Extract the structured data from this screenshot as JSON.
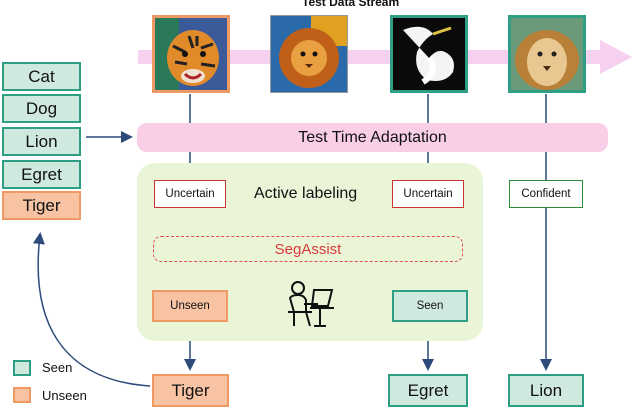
{
  "title": "Test Data Stream",
  "class_list": [
    {
      "label": "Cat",
      "status": "seen"
    },
    {
      "label": "Dog",
      "status": "seen"
    },
    {
      "label": "Lion",
      "status": "seen"
    },
    {
      "label": "Egret",
      "status": "seen"
    },
    {
      "label": "Tiger",
      "status": "unseen"
    }
  ],
  "stream_images": [
    {
      "icon": "tiger-painting",
      "status": "unseen"
    },
    {
      "icon": "lion-painting",
      "status": "none"
    },
    {
      "icon": "egret-painting",
      "status": "seen"
    },
    {
      "icon": "lion-face-painting",
      "status": "seen"
    }
  ],
  "tta_label": "Test Time Adaptation",
  "active_labeling_label": "Active labeling",
  "segassist_label": "SegAssist",
  "tags": {
    "uncertain_1": "Uncertain",
    "uncertain_2": "Uncertain",
    "confident": "Confident",
    "unseen": "Unseen",
    "seen": "Seen"
  },
  "results": {
    "tiger": "Tiger",
    "egret": "Egret",
    "lion": "Lion"
  },
  "legend": {
    "seen": "Seen",
    "unseen": "Unseen"
  },
  "colors": {
    "seen_fill": "#cfe9df",
    "seen_border": "#2e9e84",
    "unseen_fill": "#f7c3a3",
    "unseen_border": "#f09a63",
    "tta_fill": "#f8cfe6",
    "panel_fill": "#eaf5d8",
    "arrow": "#2c4a7a",
    "segassist": "#d83a3a"
  }
}
